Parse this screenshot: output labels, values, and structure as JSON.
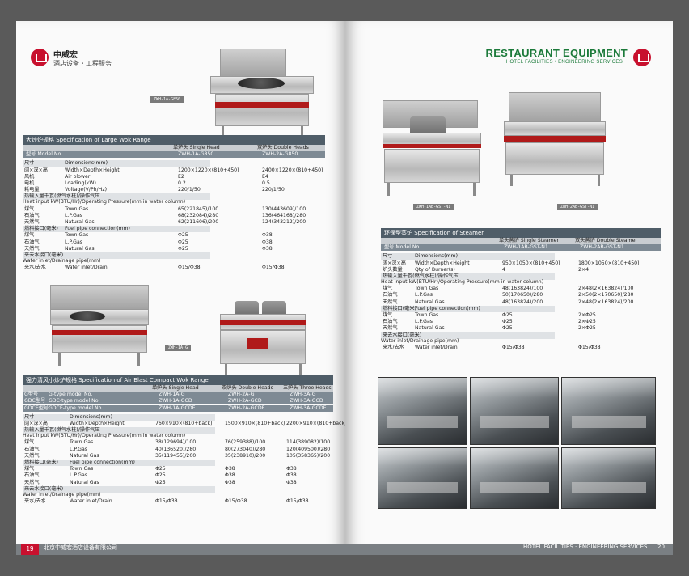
{
  "left_page": {
    "brand_cn": "中威宏",
    "brand_sub": "酒店设备・工程服务",
    "page_number": "19",
    "footer_company": "北京中威宏酒店设备有限公司",
    "product_labels": [
      "ZWH-1A-G850",
      "ZWH-1A-G"
    ],
    "wok_table": {
      "title": "大炒炉规格  Specification of Large Wok Range",
      "col_headers": [
        "单炉头 Single Head",
        "双炉头 Double Heads"
      ],
      "model_label": "型号 Model No.",
      "models": [
        "ZWH-1A-G850",
        "ZWH-2A-G850"
      ],
      "rows": [
        {
          "label": "尺寸",
          "sub": "Dimensions(mm)",
          "values": [
            "",
            ""
          ]
        },
        {
          "label": "阔×深×高",
          "sub": "Width×Depth×Height",
          "values": [
            "1200×1220×(810+450)",
            "2400×1220×(810+450)"
          ]
        },
        {
          "label": "风机",
          "sub": "Air blower",
          "values": [
            "E2",
            "E4"
          ]
        },
        {
          "label": "电机",
          "sub": "Loading(kW)",
          "values": [
            "0.2",
            "0.5"
          ]
        },
        {
          "label": "耗电量",
          "sub": "Voltage(V/Ph/Hz)",
          "values": [
            "220/1/50",
            "220/1/50"
          ]
        },
        {
          "label": "热输入量千瓦(燃气水柱)/操作气压",
          "sub": "Heat input kW(BTU/Hr)/Operating Pressure(mm in water column)",
          "values": [
            "",
            ""
          ]
        },
        {
          "label": "煤气",
          "sub": "Town Gas",
          "values": [
            "65(221845)/100",
            "130(443609)/100"
          ]
        },
        {
          "label": "石油气",
          "sub": "L.P.Gas",
          "values": [
            "68(232084)/280",
            "136(464168)/280"
          ]
        },
        {
          "label": "天然气",
          "sub": "Natural Gas",
          "values": [
            "62(211606)/200",
            "124(343212)/200"
          ]
        },
        {
          "label": "燃料接口(毫米)",
          "sub": "Fuel pipe connection(mm)",
          "values": [
            "",
            ""
          ]
        },
        {
          "label": "煤气",
          "sub": "Town Gas",
          "values": [
            "Φ25",
            "Φ38"
          ]
        },
        {
          "label": "石油气",
          "sub": "L.P.Gas",
          "values": [
            "Φ25",
            "Φ38"
          ]
        },
        {
          "label": "天然气",
          "sub": "Natural Gas",
          "values": [
            "Φ25",
            "Φ38"
          ]
        },
        {
          "label": "来去水接口(毫米)",
          "sub": "Water inlet/Drainage pipe(mm)",
          "values": [
            "",
            ""
          ]
        },
        {
          "label": "来水/去水",
          "sub": "Water inlet/Drain",
          "values": [
            "Φ15/Φ38",
            "Φ15/Φ38"
          ]
        }
      ]
    },
    "blast_table": {
      "title": "强力清风小炒炉规格  Specification of Air Blast Compact Wok Range",
      "col_headers": [
        "单炉头 Single Head",
        "双炉头 Double Heads",
        "三炉头 Three Heads"
      ],
      "model_rows": [
        {
          "label": "G型号",
          "sub": "G-type model No.",
          "values": [
            "ZWH-1A-G",
            "ZWH-2A-G",
            "ZWH-3A-G"
          ]
        },
        {
          "label": "GDC型号",
          "sub": "GDC-type model No.",
          "values": [
            "ZWH-1A-GCD",
            "ZWH-2A-GCD",
            "ZWH-3A-GCD"
          ]
        },
        {
          "label": "GDCE型号",
          "sub": "GDCE-type model No.",
          "values": [
            "ZWH-1A-GCDE",
            "ZWH-2A-GCDE",
            "ZWH-3A-GCDE"
          ]
        }
      ],
      "rows": [
        {
          "label": "尺寸",
          "sub": "Dimensions(mm)",
          "values": [
            "",
            "",
            ""
          ]
        },
        {
          "label": "阔×深×高",
          "sub": "Width×Depth×Height",
          "values": [
            "760×910×(810+back)",
            "1500×910×(810+back)",
            "2200×910×(810+back)"
          ]
        },
        {
          "label": "热输入量千瓦(燃气水柱)/操作气压",
          "sub": "Heat input kW(BTU/Hr)/Operating Pressure(mm in water column)",
          "values": [
            "",
            "",
            ""
          ]
        },
        {
          "label": "煤气",
          "sub": "Town Gas",
          "values": [
            "38(129694)/100",
            "76(259388)/100",
            "114(389082)/100"
          ]
        },
        {
          "label": "石油气",
          "sub": "L.P.Gas",
          "values": [
            "40(136520)/280",
            "80(273040)/280",
            "120(409500)/280"
          ]
        },
        {
          "label": "天然气",
          "sub": "Natural Gas",
          "values": [
            "35(119455)/200",
            "35(238910)/200",
            "105(358365)/200"
          ]
        },
        {
          "label": "燃料接口(毫米)",
          "sub": "Fuel pipe connection(mm)",
          "values": [
            "",
            "",
            ""
          ]
        },
        {
          "label": "煤气",
          "sub": "Town Gas",
          "values": [
            "Φ25",
            "Φ38",
            "Φ38"
          ]
        },
        {
          "label": "石油气",
          "sub": "L.P.Gas",
          "values": [
            "Φ25",
            "Φ38",
            "Φ38"
          ]
        },
        {
          "label": "天然气",
          "sub": "Natural Gas",
          "values": [
            "Φ25",
            "Φ38",
            "Φ38"
          ]
        },
        {
          "label": "来去水接口(毫米)",
          "sub": "Water inlet/Drainage pipe(mm)",
          "values": [
            "",
            "",
            ""
          ]
        },
        {
          "label": "来水/去水",
          "sub": "Water inlet/Drain",
          "values": [
            "Φ15/Φ38",
            "Φ15/Φ38",
            "Φ15/Φ38"
          ]
        }
      ]
    }
  },
  "right_page": {
    "title": "RESTAURANT EQUIPMENT",
    "subtitle": "HOTEL FACILITIES  •  ENGINEERING SERVICES",
    "page_number": "20",
    "footer_text": "HOTEL FACILITIES · ENGINEERING SERVICES",
    "product_labels": [
      "ZWH-1AB-GST-N1",
      "ZWH-2AB-GST-N1"
    ],
    "steamer_table": {
      "title": "环保型蒸炉  Specification of Steamer",
      "col_headers": [
        "单头蒸炉 Single Steamer",
        "双头蒸炉 Double Steamer"
      ],
      "model_label": "型号 Model No.",
      "models": [
        "ZWH-1AB-GST-N1",
        "ZWH-2AB-GST-N1"
      ],
      "rows": [
        {
          "label": "尺寸",
          "sub": "Dimensions(mm)",
          "values": [
            "",
            ""
          ]
        },
        {
          "label": "阔×深×高",
          "sub": "Width×Depth×Height",
          "values": [
            "950×1050×(810+450)",
            "1800×1050×(810+450)"
          ]
        },
        {
          "label": "炉头数量",
          "sub": "Qty of Burner(s)",
          "values": [
            "4",
            "2×4"
          ]
        },
        {
          "label": "热输入量千瓦(燃气水柱)/操作气压",
          "sub": "Heat input kW(BTU/Hr)/Operating Pressure(mm in water column)",
          "values": [
            "",
            ""
          ]
        },
        {
          "label": "煤气",
          "sub": "Town Gas",
          "values": [
            "48(163824)/100",
            "2×48(2×163824)/100"
          ]
        },
        {
          "label": "石油气",
          "sub": "L.P.Gas",
          "values": [
            "50(170650)/280",
            "2×50(2×170650)/280"
          ]
        },
        {
          "label": "天然气",
          "sub": "Natural Gas",
          "values": [
            "48(163824)/200",
            "2×48(2×163824)/200"
          ]
        },
        {
          "label": "燃料接口(毫米)",
          "sub": "Fuel pipe connection(mm)",
          "values": [
            "",
            ""
          ]
        },
        {
          "label": "煤气",
          "sub": "Town Gas",
          "values": [
            "Φ25",
            "2×Φ25"
          ]
        },
        {
          "label": "石油气",
          "sub": "L.P.Gas",
          "values": [
            "Φ25",
            "2×Φ25"
          ]
        },
        {
          "label": "天然气",
          "sub": "Natural Gas",
          "values": [
            "Φ25",
            "2×Φ25"
          ]
        },
        {
          "label": "来去水接口(毫米)",
          "sub": "Water inlet/Drainage pipe(mm)",
          "values": [
            "",
            ""
          ]
        },
        {
          "label": "来水/去水",
          "sub": "Water inlet/Drain",
          "values": [
            "Φ15/Φ38",
            "Φ15/Φ38"
          ]
        }
      ]
    }
  }
}
